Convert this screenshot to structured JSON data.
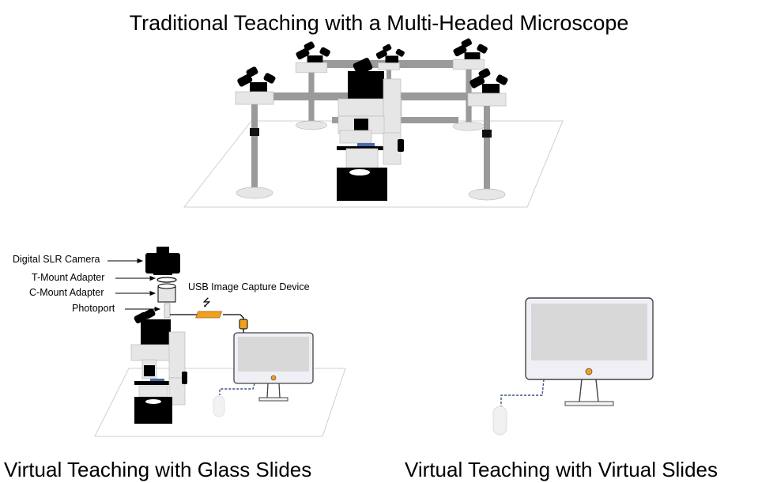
{
  "title": "Traditional Teaching with a Multi-Headed Microscope",
  "panels": {
    "glass": {
      "caption": "Virtual Teaching with Glass Slides",
      "labels": {
        "camera": "Digital SLR Camera",
        "t_mount": "T-Mount Adapter",
        "c_mount": "C-Mount Adapter",
        "photoport": "Photoport",
        "usb_device": "USB Image Capture Device"
      },
      "usb_symbol": "⭍"
    },
    "virtual": {
      "caption": "Virtual Teaching with Virtual Slides"
    }
  },
  "colors": {
    "black": "#000000",
    "scope_light": "#e6e6e6",
    "bar_gray": "#9a9a9a",
    "usb_orange": "#f0a020",
    "screen": "#d8d8d8",
    "monitor_frame": "#f1eff6",
    "power_dot": "#f0a020",
    "cable_blue": "#3b4f86"
  },
  "icons": [
    "microscope-icon",
    "camera-icon",
    "usb-icon",
    "monitor-icon",
    "mouse-icon"
  ]
}
